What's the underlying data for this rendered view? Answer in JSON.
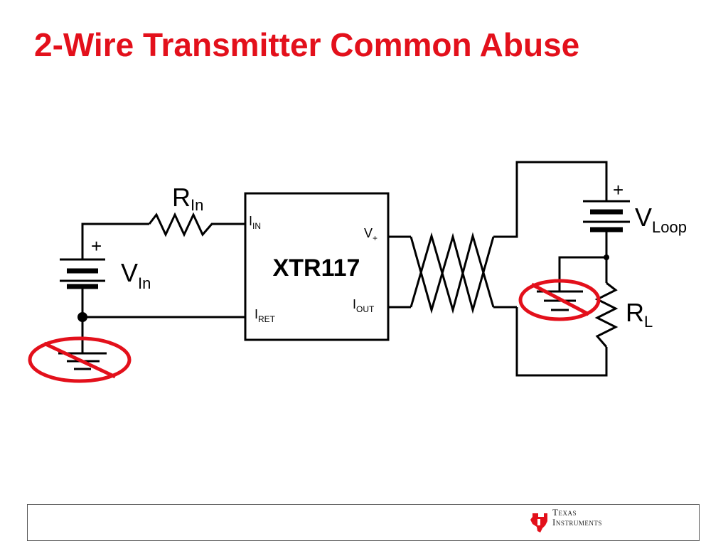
{
  "slide": {
    "title": "2-Wire Transmitter Common Abuse"
  },
  "diagram": {
    "chip": {
      "name": "XTR117",
      "pin_iin_main": "I",
      "pin_iin_sub": "IN",
      "pin_iret_main": "I",
      "pin_iret_sub": "RET",
      "pin_vplus_main": "V",
      "pin_vplus_sub": "+",
      "pin_iout_main": "I",
      "pin_iout_sub": "OUT"
    },
    "rin": {
      "main": "R",
      "sub": "In"
    },
    "vin": {
      "main": "V",
      "sub": "In",
      "plus": "+"
    },
    "vloop": {
      "main": "V",
      "sub": "Loop",
      "plus": "+"
    },
    "rl": {
      "main": "R",
      "sub": "L"
    },
    "colors": {
      "title": "#e3101b",
      "wire": "#000000",
      "prohibit": "#e3101b"
    }
  },
  "footer": {
    "logo_line1": "Texas",
    "logo_line2": "Instruments"
  }
}
